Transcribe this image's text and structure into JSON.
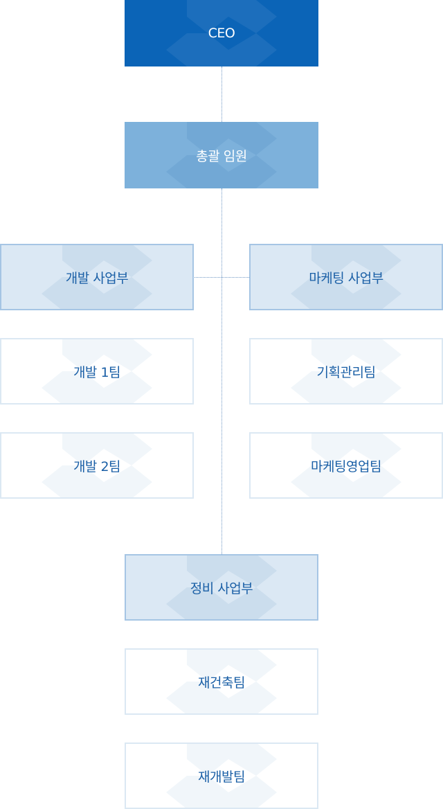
{
  "org_chart": {
    "ceo": {
      "label": "CEO"
    },
    "executive": {
      "label": "총괄 임원"
    },
    "divisions": {
      "development": {
        "label": "개발 사업부",
        "teams": [
          "개발 1팀",
          "개발 2팀"
        ]
      },
      "marketing": {
        "label": "마케팅 사업부",
        "teams": [
          "기획관리팀",
          "마케팅영업팀"
        ]
      },
      "maintenance": {
        "label": "정비 사업부",
        "teams": [
          "재건축팀",
          "재개발팀"
        ]
      }
    }
  },
  "colors": {
    "ceo_fill": "#0b64b7",
    "executive_fill": "#7db1db",
    "division_fill": "#dbe8f4",
    "division_border": "#a5c5e4",
    "team_border": "#dbe8f3",
    "text_blue": "#1a5fa6",
    "connector": "#6f97c4"
  }
}
